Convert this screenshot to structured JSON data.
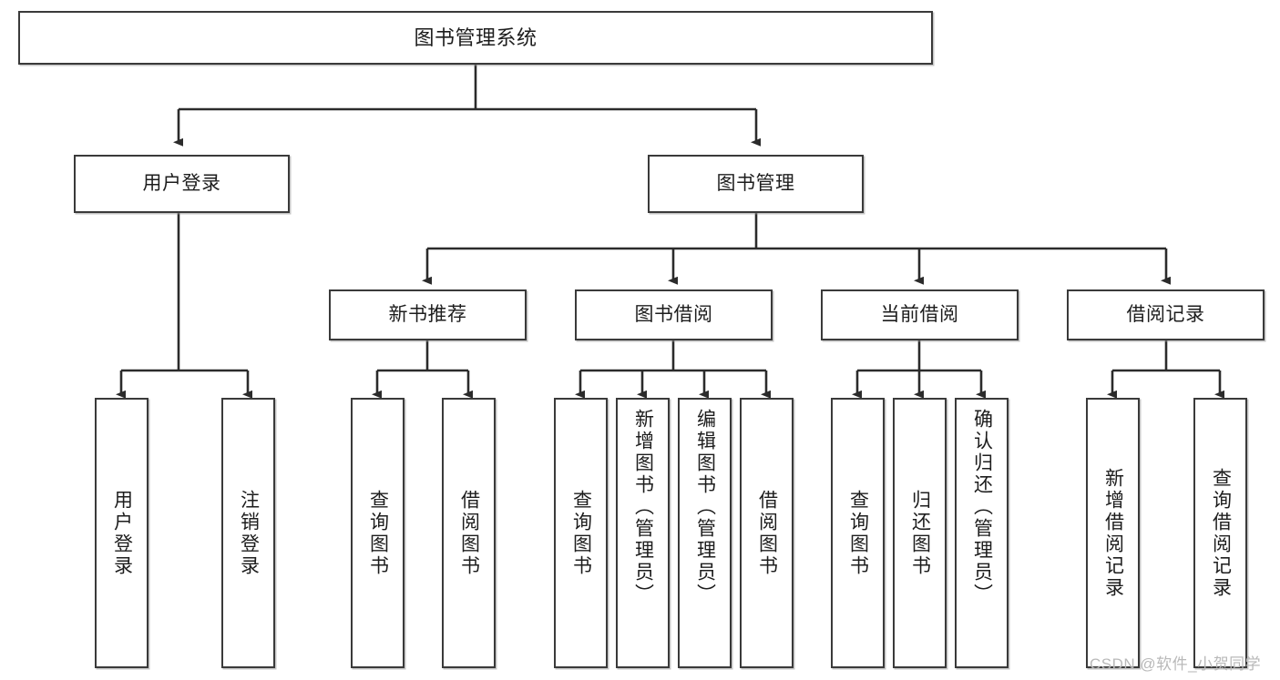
{
  "diagram": {
    "type": "tree-hierarchy-chart",
    "title": "图书管理系统",
    "watermark": "CSDN @软件_小贺同学",
    "colors": {
      "box_border": "#3a3a3a",
      "box_fill": "#ffffff",
      "edge": "#2b2b2b",
      "text": "#1d1d1d",
      "watermark": "#b9b9b9"
    },
    "nodes": {
      "root": {
        "label": "图书管理系统"
      },
      "level2": [
        {
          "label": "用户登录"
        },
        {
          "label": "图书管理"
        }
      ],
      "level3": [
        {
          "label": "新书推荐"
        },
        {
          "label": "图书借阅"
        },
        {
          "label": "当前借阅"
        },
        {
          "label": "借阅记录"
        }
      ],
      "leaves": {
        "user_login": [
          {
            "label": "用户登录"
          },
          {
            "label": "注销登录"
          }
        ],
        "new_book_recommend": [
          {
            "label": "查询图书"
          },
          {
            "label": "借阅图书"
          }
        ],
        "book_borrow": [
          {
            "label": "查询图书"
          },
          {
            "label": "新增图书（管理员）"
          },
          {
            "label": "编辑图书（管理员）"
          },
          {
            "label": "借阅图书"
          }
        ],
        "current_borrow": [
          {
            "label": "查询图书"
          },
          {
            "label": "归还图书"
          },
          {
            "label": "确认归还（管理员）"
          }
        ],
        "borrow_record": [
          {
            "label": "新增借阅记录"
          },
          {
            "label": "查询借阅记录"
          }
        ]
      }
    }
  }
}
